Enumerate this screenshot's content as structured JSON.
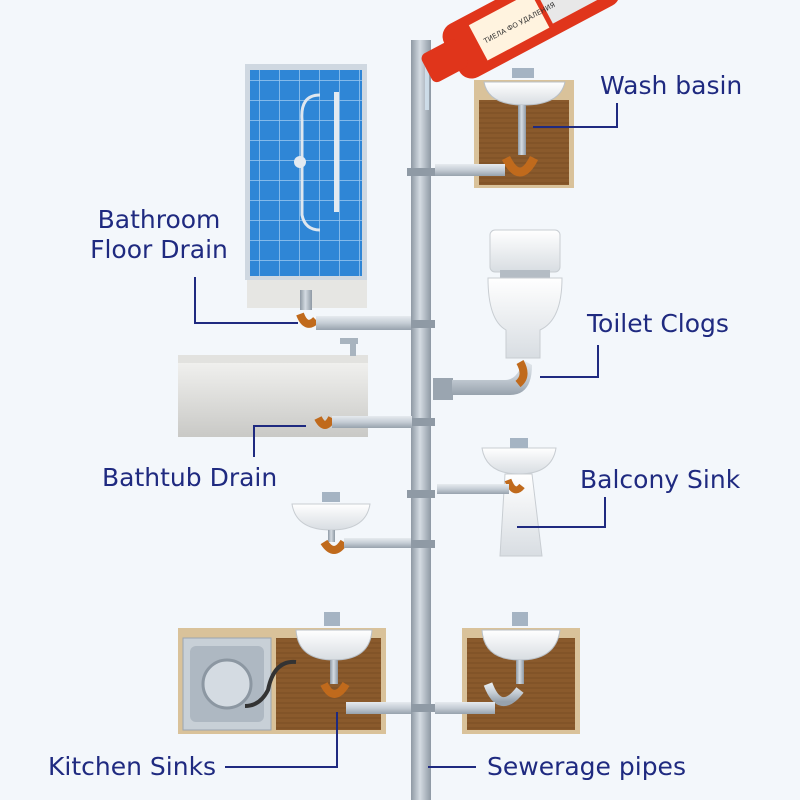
{
  "bottle_label": "ТИЕЛА ФО УДАЛЕНИЯ",
  "labels": {
    "wash_basin": "Wash basin",
    "bathroom_floor_drain_line1": "Bathroom",
    "bathroom_floor_drain_line2": "Floor Drain",
    "toilet_clogs": "Toilet Clogs",
    "bathtub_drain": "Bathtub Drain",
    "balcony_sink": "Balcony Sink",
    "kitchen_sinks": "Kitchen Sinks",
    "sewerage_pipes": "Sewerage pipes"
  },
  "colors": {
    "label_text": "#1f2a80",
    "leader_line": "#1f2a80",
    "pipe": "#a9b4bf",
    "cabinet": "#8a5a2c",
    "tile": "#2f86d6",
    "clog": "#c06a1c",
    "bottle": "#e0351b"
  }
}
